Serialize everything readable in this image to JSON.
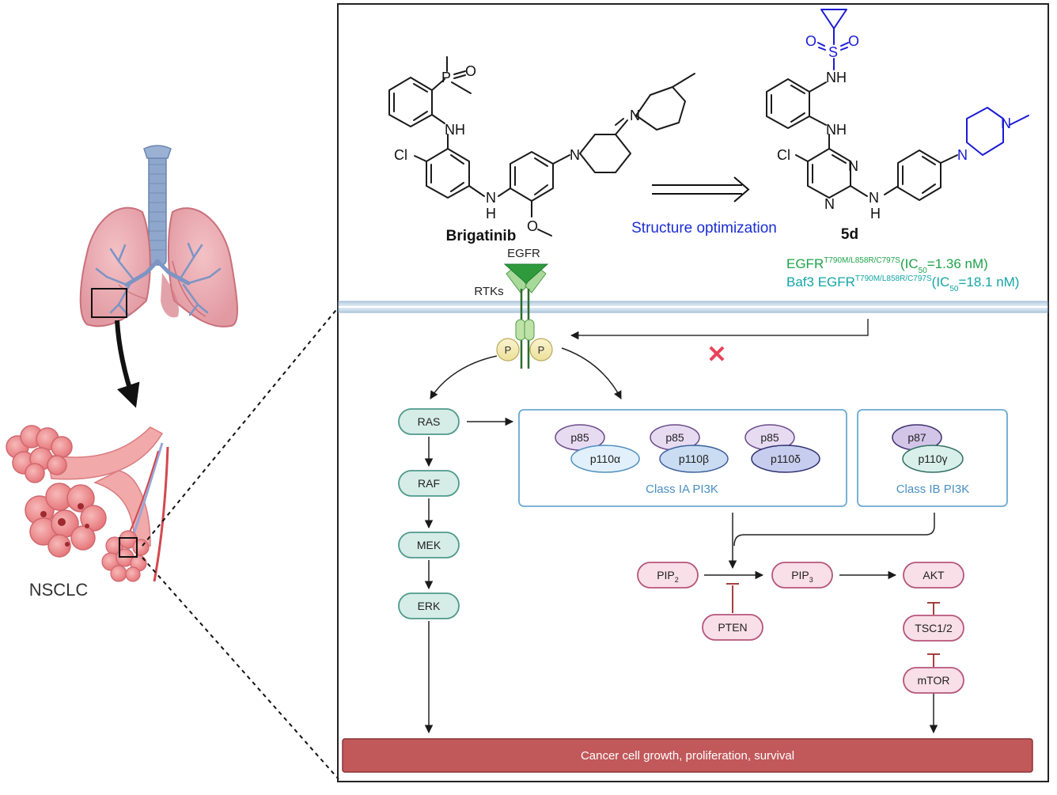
{
  "figure": {
    "left_panel": {
      "label": "NSCLC"
    },
    "chemistry": {
      "brigatinib": {
        "name": "Brigatinib",
        "atoms": {
          "P": "P",
          "O_phos": "O",
          "NH_top": "NH",
          "Cl": "Cl",
          "N_link": "N",
          "H_link": "H",
          "O_methoxy": "O",
          "N_pip1": "N",
          "N_pip2": "N"
        }
      },
      "optimization_label": "Structure optimization",
      "compound_5d": {
        "name": "5d",
        "atoms": {
          "O_left": "O",
          "S": "S",
          "O_right": "O",
          "NH_sulfonamide": "NH",
          "NH_aniline": "NH",
          "Cl": "Cl",
          "N_pyr1": "N",
          "N_pyr2": "N",
          "N_link": "N",
          "H_link": "H",
          "N_piperazine1": "N",
          "N_piperazine2": "N"
        }
      },
      "activity_line1": {
        "prefix": "EGFR",
        "superscript": "T790M/L858R/C797S",
        "open": "(IC",
        "subscript": "50",
        "value": "=1.36 nM)"
      },
      "activity_line2": {
        "prefix": "Baf3 EGFR",
        "superscript": "T790M/L858R/C797S",
        "open": "(IC",
        "subscript": "50",
        "value": "=18.1 nM)"
      }
    },
    "membrane": {
      "egfr_label": "EGFR",
      "rtks_label": "RTKs",
      "phospho_left": "P",
      "phospho_right": "P",
      "inhibition_mark": "✕"
    },
    "mapk_pathway": {
      "nodes": [
        "RAS",
        "RAF",
        "MEK",
        "ERK"
      ]
    },
    "pi3k_class_ia": {
      "title": "Class IA PI3K",
      "complexes": [
        {
          "regulatory": "p85",
          "catalytic": "p110α"
        },
        {
          "regulatory": "p85",
          "catalytic": "p110β"
        },
        {
          "regulatory": "p85",
          "catalytic": "p110δ"
        }
      ]
    },
    "pi3k_class_ib": {
      "title": "Class IB PI3K",
      "complex": {
        "regulatory": "p87",
        "catalytic": "p110γ"
      }
    },
    "akt_pathway": {
      "pip2": {
        "base": "PIP",
        "sub": "2"
      },
      "pip3": {
        "base": "PIP",
        "sub": "3"
      },
      "pten": "PTEN",
      "akt": "AKT",
      "tsc": "TSC1/2",
      "mtor": "mTOR"
    },
    "outcome": "Cancer cell growth, proliferation, survival",
    "colors": {
      "teal_fill": "#d6ece7",
      "teal_stroke": "#4e9a8b",
      "pink_fill": "#f9dfe8",
      "pink_stroke": "#b5567a",
      "pi3k_box": "#6aa9d1",
      "outcome_fill": "#c1585a",
      "green_text": "#1ea34a",
      "teal_text": "#13a5a5",
      "blue_text": "#1b2dd4",
      "chem_blue": "#1a1ad6",
      "inhibit_red": "#9e2a2a",
      "x_mark": "#e8425a"
    }
  }
}
